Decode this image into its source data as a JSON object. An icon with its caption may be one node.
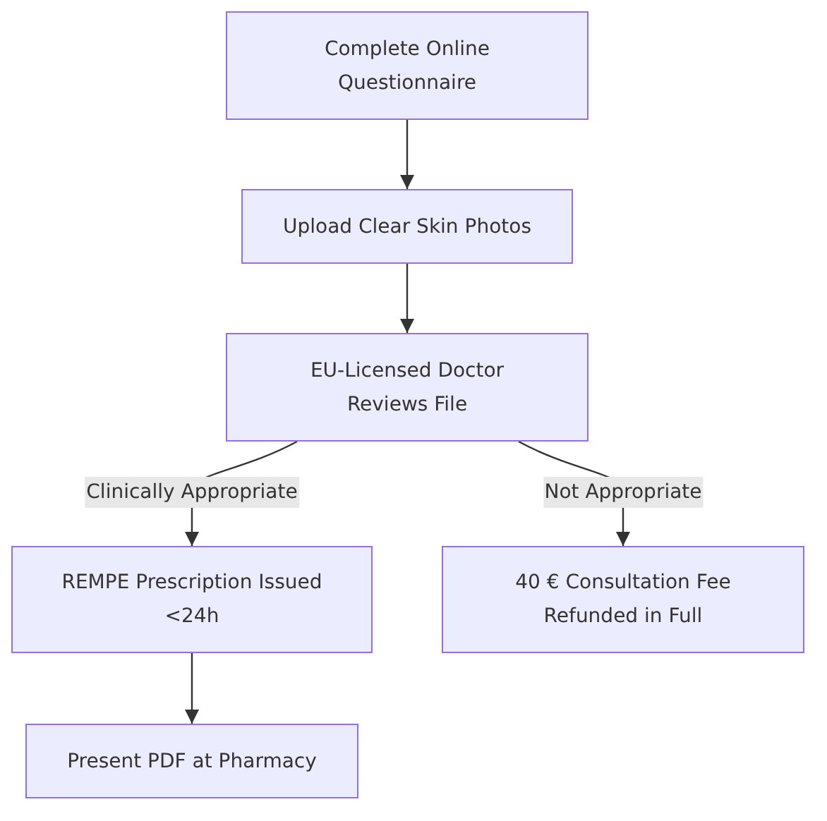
{
  "diagram": {
    "nodes": [
      {
        "text": [
          "Complete Online Questionnaire"
        ]
      },
      {
        "text": [
          "Upload Clear Skin Photos"
        ]
      },
      {
        "text": [
          "EU-Licensed Doctor Reviews File"
        ]
      },
      {
        "text": [
          "REMPE Prescription Issued <24h"
        ]
      },
      {
        "text": [
          "40 € Consultation Fee Refunded in Full"
        ]
      },
      {
        "text": [
          "Present PDF at Pharmacy"
        ]
      }
    ],
    "edges": [
      {
        "from": 0,
        "to": 1,
        "arrow": "to"
      },
      {
        "from": 1,
        "to": 2,
        "arrow": "to"
      },
      {
        "from": 2,
        "to": 3,
        "arrow": "to",
        "label": "Clinically Appropriate"
      },
      {
        "from": 2,
        "to": 4,
        "arrow": "to",
        "label": "Not Appropriate"
      },
      {
        "from": 3,
        "to": 5,
        "arrow": "to"
      }
    ]
  }
}
